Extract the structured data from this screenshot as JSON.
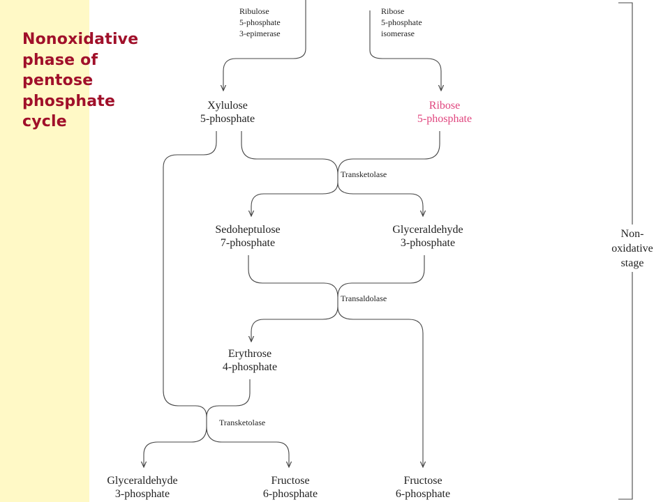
{
  "title": "Nonoxidative\nphase of\npentose\nphosphate\ncycle",
  "colors": {
    "sidebar_bg": "#fff9c6",
    "title": "#a0102a",
    "highlight": "#e0457e",
    "line": "#444444"
  },
  "enzymes": {
    "epimerase": [
      "Ribulose",
      "5-phosphate",
      "3-epimerase"
    ],
    "isomerase": [
      "Ribose",
      "5-phosphate",
      "isomerase"
    ],
    "transketolase_1": "Transketolase",
    "transaldolase": "Transaldolase",
    "transketolase_2": "Transketolase"
  },
  "compounds": {
    "xylulose": [
      "Xylulose",
      "5-phosphate"
    ],
    "ribose": [
      "Ribose",
      "5-phosphate"
    ],
    "sedoheptulose": [
      "Sedoheptulose",
      "7-phosphate"
    ],
    "glyceraldehyde_mid": [
      "Glyceraldehyde",
      "3-phosphate"
    ],
    "erythrose": [
      "Erythrose",
      "4-phosphate"
    ],
    "glyceraldehyde_out": [
      "Glyceraldehyde",
      "3-phosphate"
    ],
    "fructose_a": [
      "Fructose",
      "6-phosphate"
    ],
    "fructose_b": [
      "Fructose",
      "6-phosphate"
    ]
  },
  "stage_label": [
    "Non-",
    "oxidative",
    "stage"
  ]
}
